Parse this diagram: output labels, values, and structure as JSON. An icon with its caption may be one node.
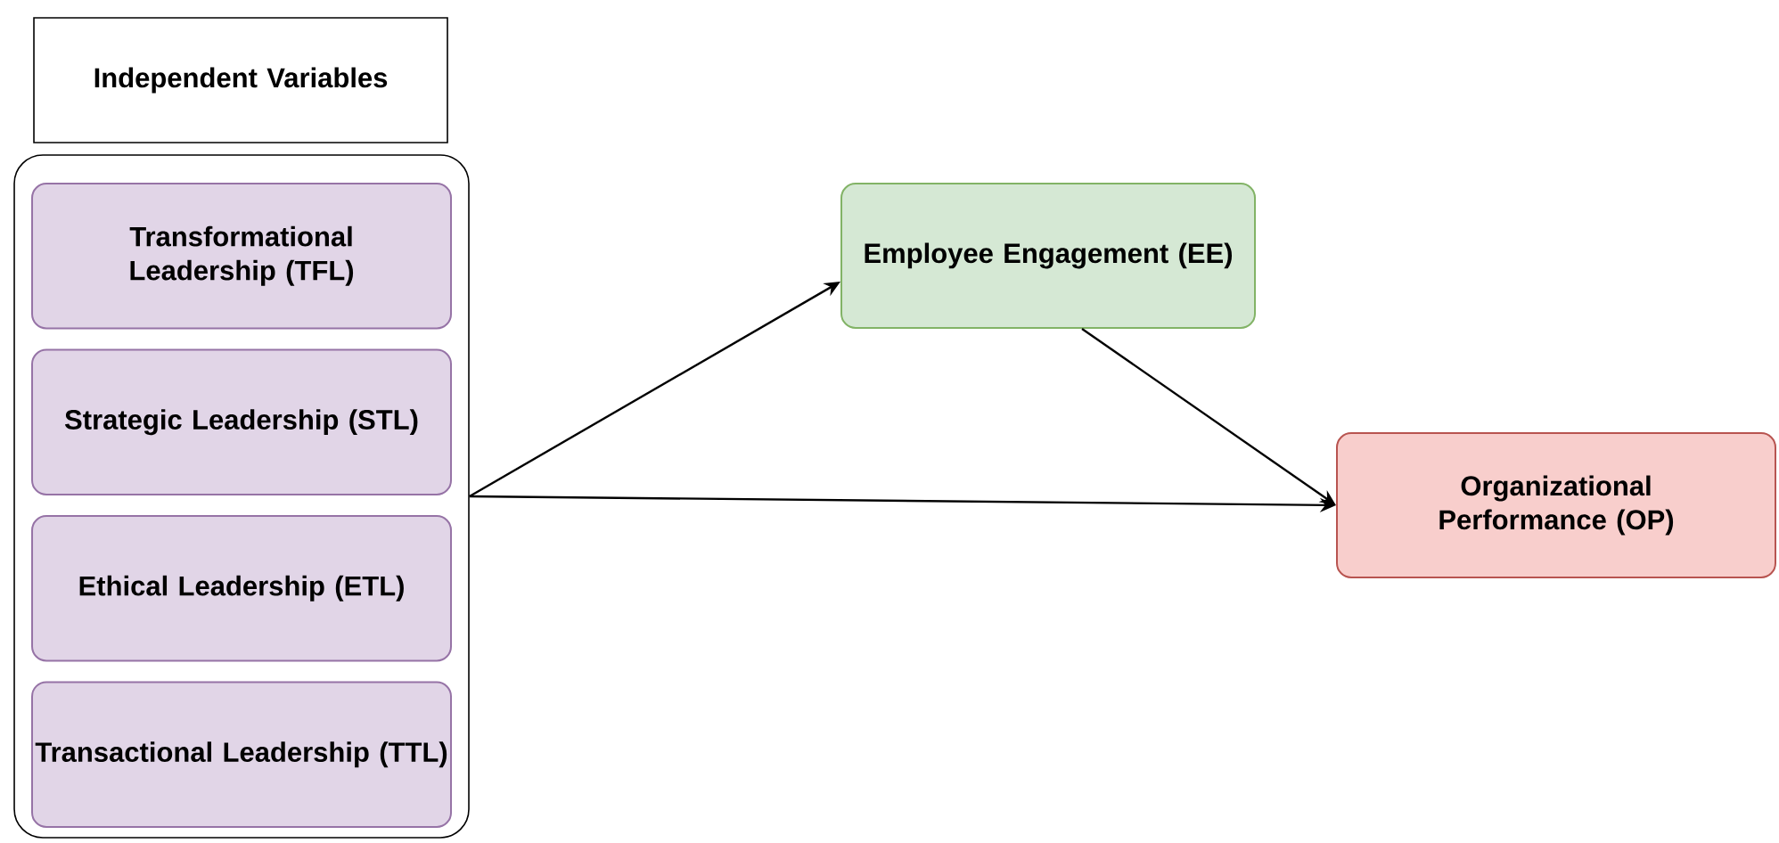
{
  "diagram": {
    "nodes": [
      {
        "text": [
          "Independent Variables"
        ]
      },
      {
        "text": [],
        "shape": "box"
      },
      {
        "text": [
          "Transformational Leadership (TFL)"
        ],
        "in": 1
      },
      {
        "text": [
          "Strategic Leadership (STL)"
        ],
        "in": 1
      },
      {
        "text": [
          "Ethical Leadership (ETL)"
        ],
        "in": 1
      },
      {
        "text": [
          "Transactional Leadership (TTL)"
        ],
        "in": 1
      },
      {
        "text": [
          "Employee Engagement (EE)"
        ]
      },
      {
        "text": [
          "Organizational Performance (OP)"
        ]
      }
    ],
    "edges": [
      {
        "from": 1,
        "to": 6,
        "arrow": "to"
      },
      {
        "from": 6,
        "to": 7,
        "arrow": "to"
      },
      {
        "from": 1,
        "to": 7,
        "arrow": "to"
      }
    ]
  }
}
